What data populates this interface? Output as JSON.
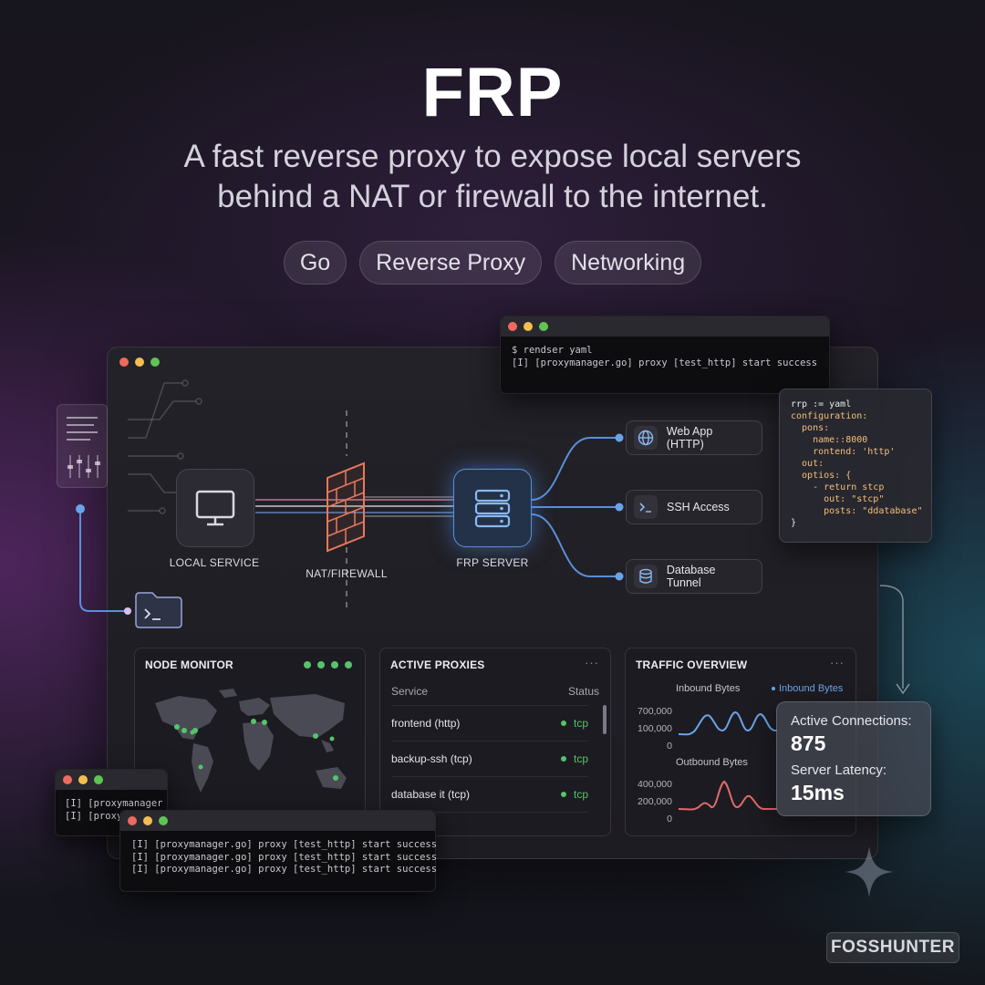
{
  "header": {
    "title": "FRP",
    "subtitle_line1": "A fast reverse proxy to expose local servers",
    "subtitle_line2": "behind a NAT or firewall to the internet.",
    "tags": [
      "Go",
      "Reverse Proxy",
      "Networking"
    ]
  },
  "terminal_top": {
    "lines": [
      "$ rendser yaml",
      "[I] [proxymanager.go] proxy [test_http] start success"
    ]
  },
  "code_panel": {
    "lines": [
      "rrp := yaml",
      "configuration:",
      "  pons:",
      "    name::8000",
      "    rontend: 'http'",
      "  out:",
      "  optios: {",
      "    - return stcp",
      "      out: \"stcp\"",
      "      posts: \"ddatabase\"",
      "}"
    ]
  },
  "diagram": {
    "local_service": "LOCAL SERVICE",
    "firewall": "NAT/FIREWALL",
    "frp_server": "FRP SERVER",
    "services": [
      {
        "label": "Web App (HTTP)",
        "icon": "globe-icon"
      },
      {
        "label": "SSH Access",
        "icon": "terminal-icon"
      },
      {
        "label": "Database Tunnel",
        "icon": "database-icon"
      }
    ]
  },
  "node_monitor": {
    "title": "NODE MONITOR",
    "status_dot_count": 4
  },
  "active_proxies": {
    "title": "ACTIVE PROXIES",
    "more": "···",
    "columns": [
      "Service",
      "Status"
    ],
    "rows": [
      {
        "service": "frontend (http)",
        "status": "tcp"
      },
      {
        "service": "backup-ssh (tcp)",
        "status": "tcp"
      },
      {
        "service": "database it (tcp)",
        "status": "tcp"
      }
    ]
  },
  "traffic": {
    "title": "TRAFFIC OVERVIEW",
    "more": "···",
    "inbound_title": "Inbound Bytes",
    "inbound_legend": "Inbound Bytes",
    "inbound_ticks": [
      "700,000",
      "100,000",
      "0"
    ],
    "outbound_title": "Outbound Bytes",
    "outbound_ticks": [
      "400,000",
      "200,000",
      "0"
    ]
  },
  "stats": {
    "active_connections_label": "Active Connections:",
    "active_connections_value": "875",
    "latency_label": "Server Latency:",
    "latency_value": "15ms"
  },
  "terminal_bl1": {
    "lines": [
      "[I] [proxymanager",
      "[I] [proxy"
    ]
  },
  "terminal_bl2": {
    "lines": [
      "[I] [proxymanager.go] proxy [test_http] start success",
      "[I] [proxymanager.go] proxy [test_http] start success",
      "[I] [proxymanager.go] proxy [test_http] start success"
    ]
  },
  "brand": "FOSSHUNTER",
  "colors": {
    "accent_blue": "#5a8fd8",
    "firewall_orange": "#e8785a",
    "success_green": "#55c46a",
    "inbound_line": "#6aa4e8",
    "outbound_line": "#e06a6a"
  }
}
